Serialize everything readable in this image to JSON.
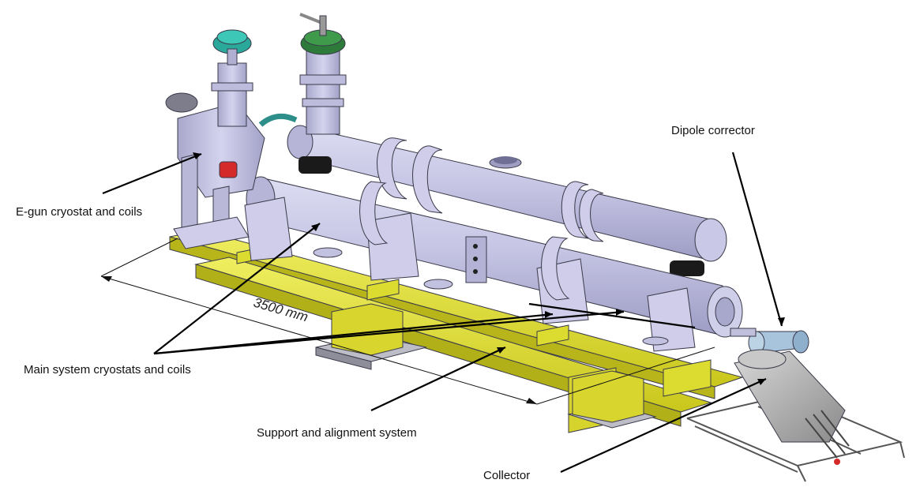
{
  "labels": {
    "egun": "E-gun cryostat and coils",
    "main": "Main system cryostats and coils",
    "support": "Support and alignment system",
    "collector": "Collector",
    "dipole": "Dipole corrector",
    "dimension": "3500 mm"
  },
  "colors": {
    "cryostat": "#c9c8e6",
    "frame": "#e3e23a",
    "bellows": "#1a1a1a",
    "flange_green": "#2e7a3a",
    "flange_teal": "#2aa99a",
    "valve_red": "#d42a2a",
    "dipole": "#a8c4dc",
    "collector": "#b0b0b0"
  }
}
